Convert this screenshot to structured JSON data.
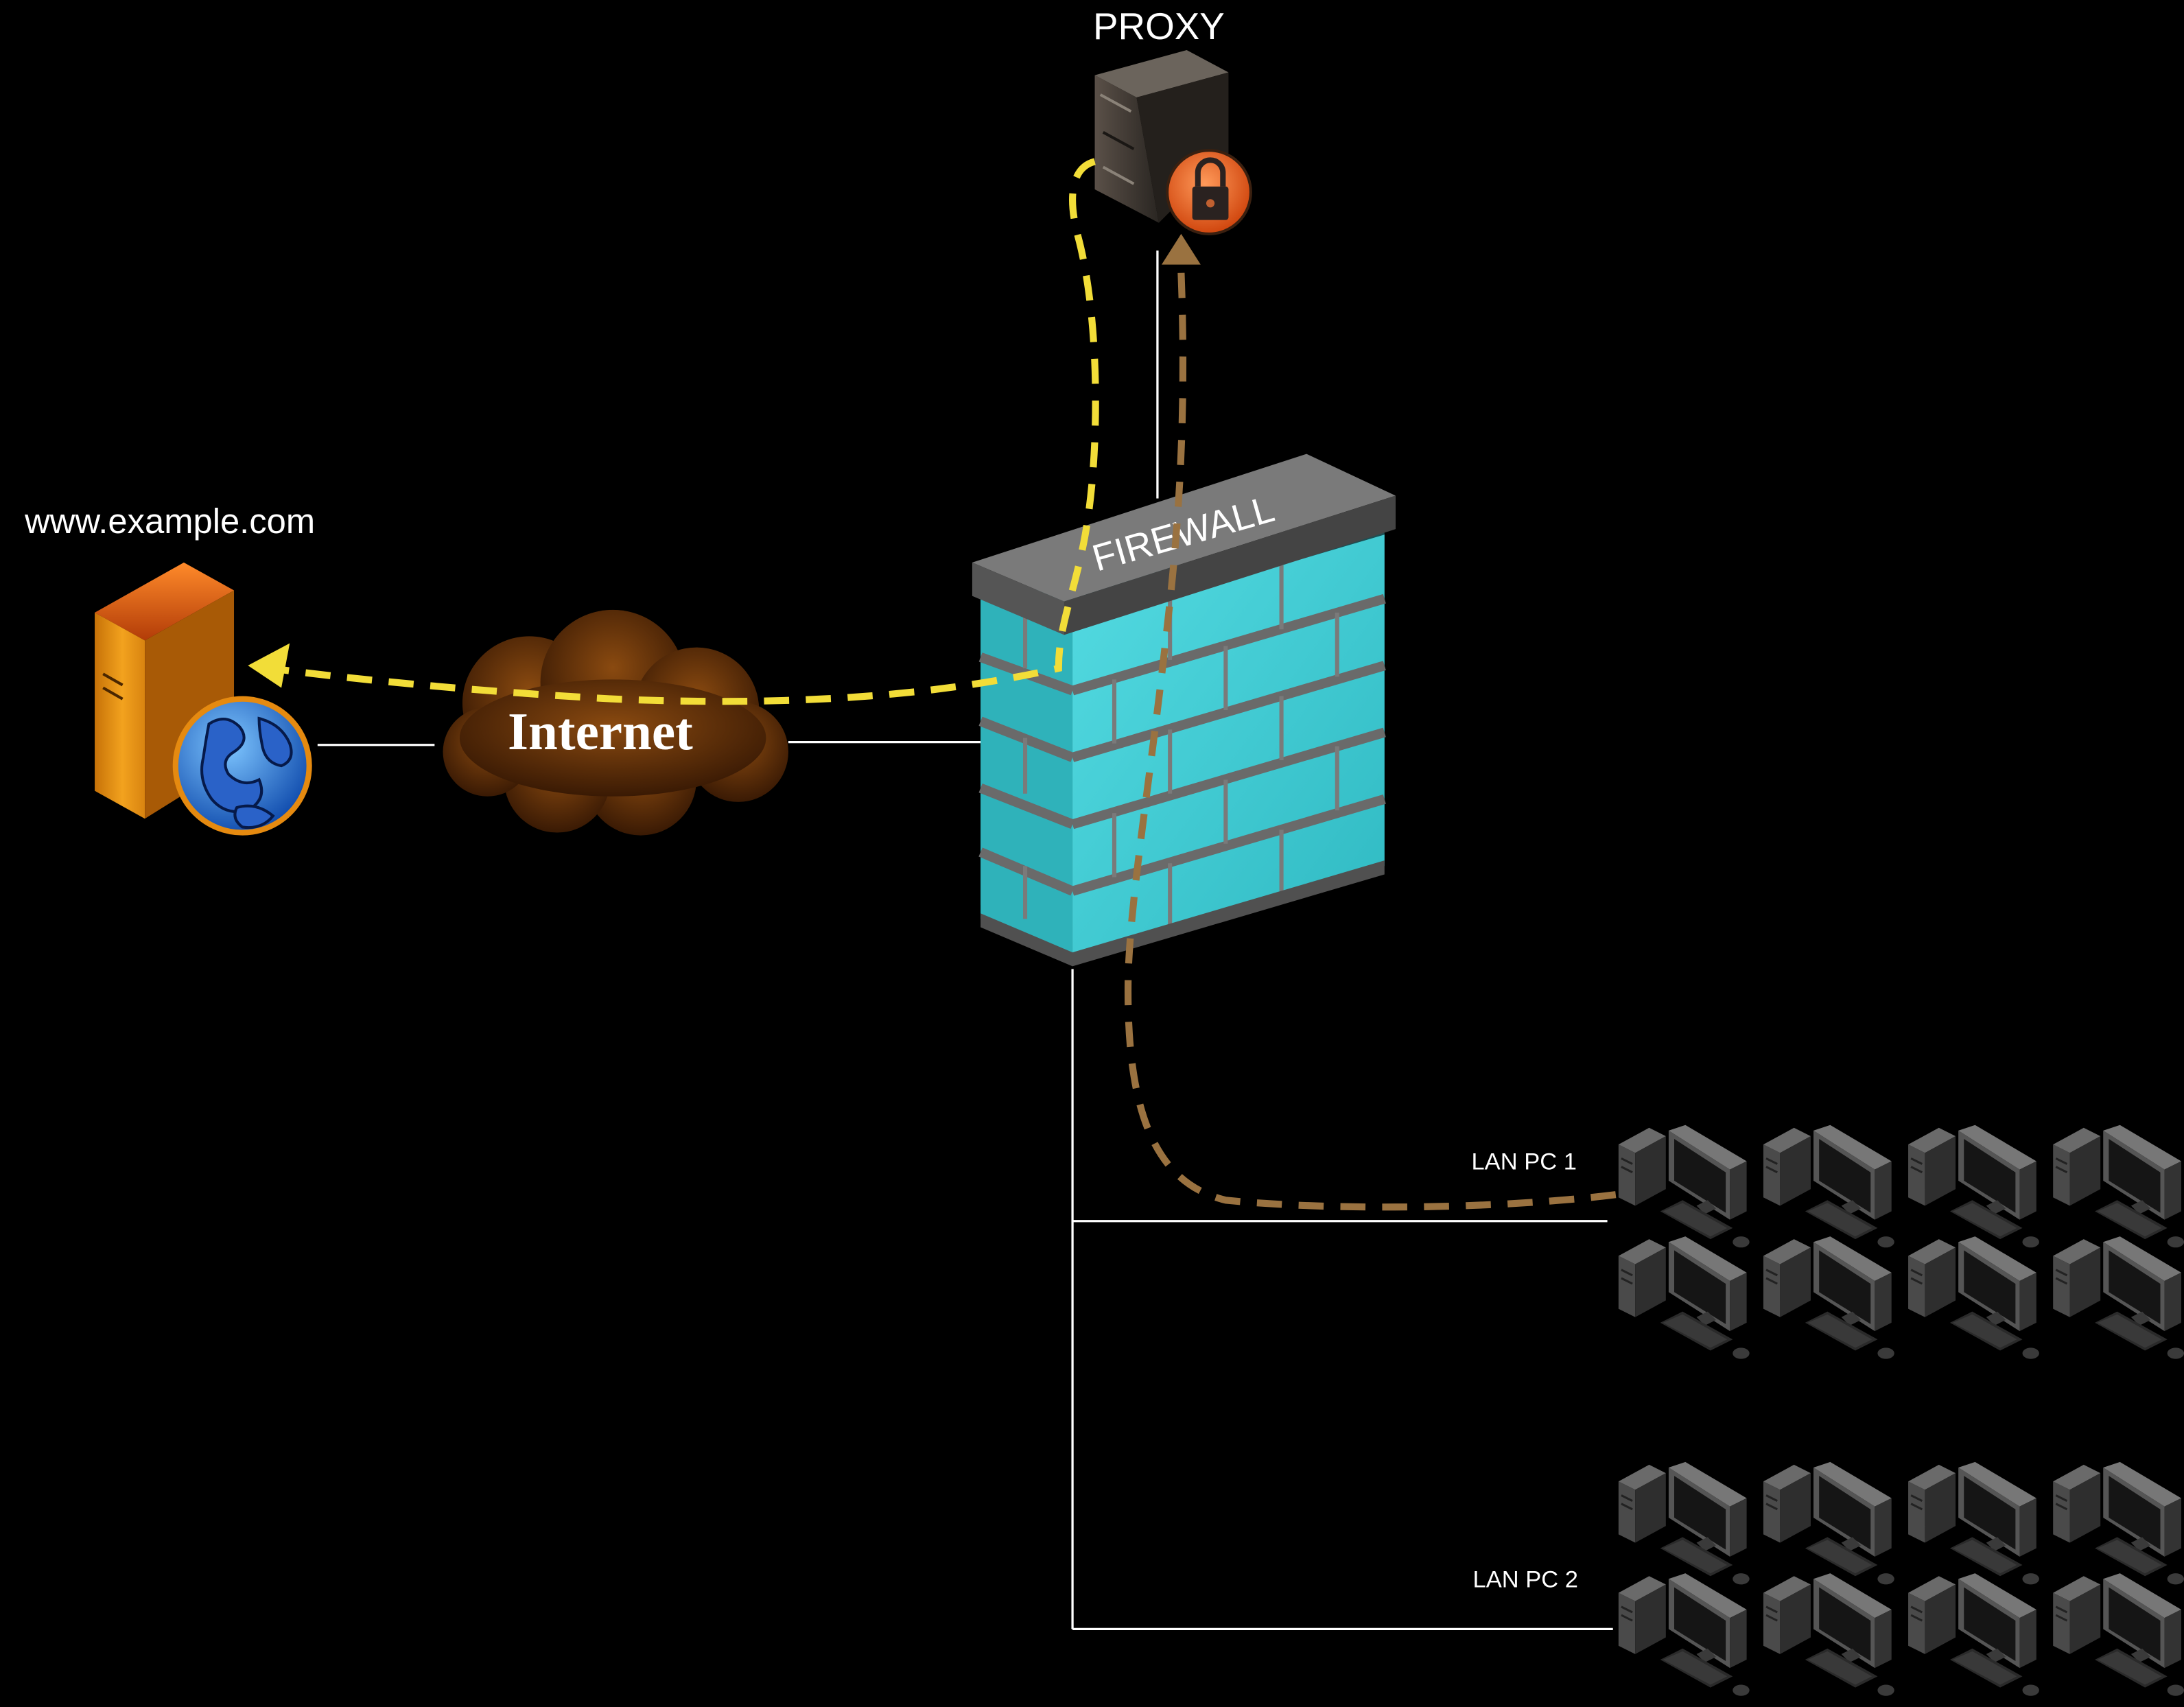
{
  "labels": {
    "proxy": "PROXY",
    "site": "www.example.com",
    "internet": "Internet",
    "firewall": "FIREWALL",
    "lan1": "LAN PC 1",
    "lan2": "LAN PC 2"
  },
  "colors": {
    "background": "#000000",
    "link_line": "#ffffff",
    "request_path": "#f2dd38",
    "response_path": "#9a7240",
    "firewall_brick": "#3ccfd6",
    "internet_cloud": "#7a3c08",
    "web_server": "#e07a10",
    "proxy_server": "#3a3530"
  },
  "icons": {
    "web_server": "web-server-globe-icon",
    "proxy": "proxy-server-lock-icon",
    "firewall": "brick-wall-icon",
    "cloud": "cloud-icon",
    "lan_pc": "desktop-computer-icon"
  },
  "lan_groups": [
    {
      "label_key": "lan1",
      "pc_count": 8
    },
    {
      "label_key": "lan2",
      "pc_count": 8
    }
  ]
}
